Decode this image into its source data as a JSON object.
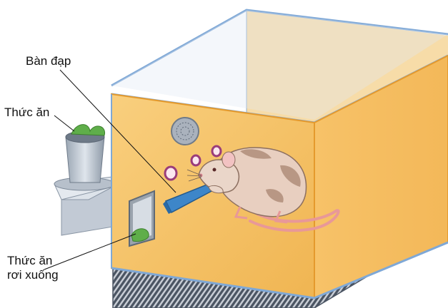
{
  "labels": {
    "pedal": "Bàn đạp",
    "food": "Thức ăn",
    "fallen_food_line1": "Thức ăn",
    "fallen_food_line2": "rơi xuống"
  },
  "colors": {
    "box_wall": "#f6c46a",
    "box_wall_dark": "#efb04e",
    "glass_edge": "#7fa8d6",
    "floor_grid": "#55606e",
    "pedal": "#3d86c9",
    "rat_body": "#e8cfc0",
    "rat_spots": "#b89784",
    "rat_tail": "#e89898",
    "food_leaf": "#5fae4a",
    "dispenser": "#c9d1dc"
  }
}
